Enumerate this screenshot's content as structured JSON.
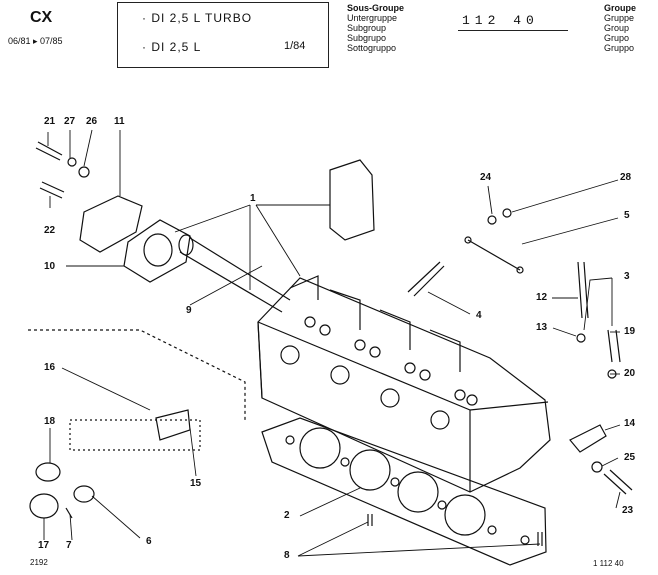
{
  "header": {
    "model": "CX",
    "dates": "06/81 ▸ 07/85",
    "variant_1": "· DI 2,5 L  TURBO",
    "variant_2": "· DI 2,5 L",
    "variant_date": "1/84",
    "subgroup_labels": [
      "Sous-Groupe",
      "Untergruppe",
      "Subgroup",
      "Subgrupo",
      "Sottogruppo"
    ],
    "subgroup_number": "112 40",
    "group_labels": [
      "Groupe",
      "Gruppe",
      "Group",
      "Grupo",
      "Gruppo"
    ]
  },
  "callouts": [
    "21",
    "27",
    "26",
    "11",
    "22",
    "10",
    "9",
    "1",
    "24",
    "28",
    "5",
    "4",
    "3",
    "12",
    "13",
    "19",
    "20",
    "14",
    "25",
    "23",
    "2",
    "8",
    "16",
    "18",
    "15",
    "17",
    "7",
    "6"
  ],
  "footer": {
    "left_code": "2192",
    "right_code": "1 112 40"
  }
}
